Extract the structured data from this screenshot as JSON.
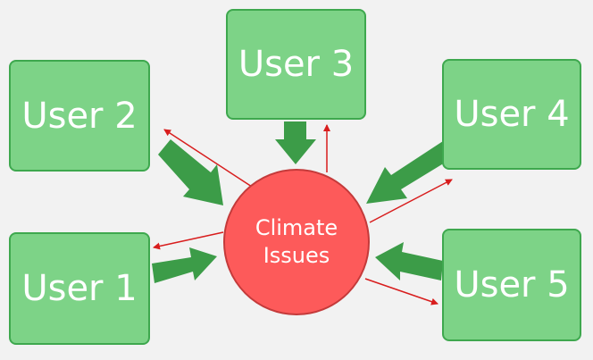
{
  "users": [
    {
      "id": "user1",
      "label": "User 1"
    },
    {
      "id": "user2",
      "label": "User 2"
    },
    {
      "id": "user3",
      "label": "User 3"
    },
    {
      "id": "user4",
      "label": "User 4"
    },
    {
      "id": "user5",
      "label": "User 5"
    }
  ],
  "center": {
    "line1": "Climate",
    "line2": "Issues"
  },
  "colors": {
    "box_fill": "#7dd387",
    "box_border": "#3ea84e",
    "input_arrow": "#3c9c48",
    "feedback_arrow": "#d81d1d",
    "circle_fill": "#fd5a5a",
    "background": "#f2f2f2"
  }
}
